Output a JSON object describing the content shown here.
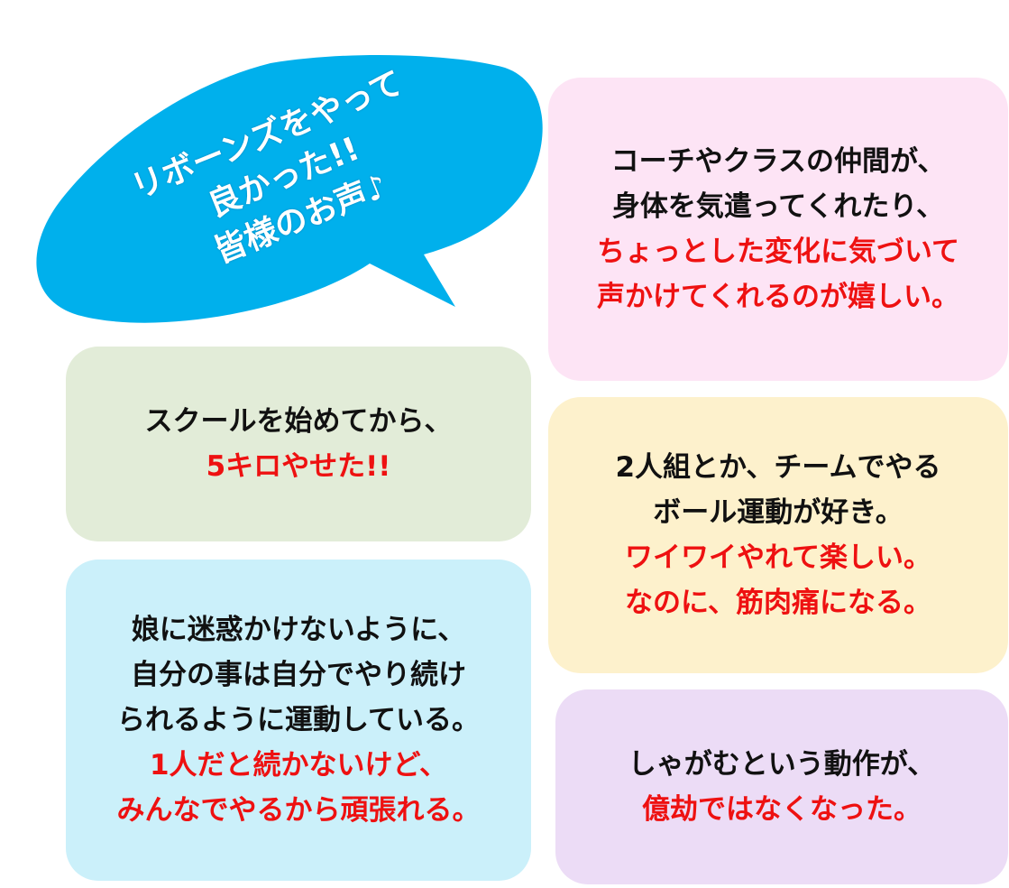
{
  "header_bubble": {
    "color": "#00b0ec",
    "lines": [
      "リボーンズをやって",
      "良かった!!",
      "皆様のお声♪"
    ]
  },
  "cards": [
    {
      "lines": [
        {
          "text": "コーチやクラスの仲間が、",
          "highlight": false
        },
        {
          "text": "身体を気遣ってくれたり、",
          "highlight": false
        },
        {
          "text": "ちょっとした変化に気づいて",
          "highlight": true
        },
        {
          "text": "声かけてくれるのが嬉しい。",
          "highlight": true
        }
      ]
    },
    {
      "lines": [
        {
          "text": "スクールを始めてから、",
          "highlight": false
        },
        {
          "text": "5キロやせた!!",
          "highlight": true
        }
      ]
    },
    {
      "lines": [
        {
          "text": "2人組とか、チームでやる",
          "highlight": false
        },
        {
          "text": "ボール運動が好き。",
          "highlight": false
        },
        {
          "text": "ワイワイやれて楽しい。",
          "highlight": true
        },
        {
          "text": "なのに、筋肉痛になる。",
          "highlight": true
        }
      ]
    },
    {
      "lines": [
        {
          "text": "娘に迷惑かけないように、",
          "highlight": false
        },
        {
          "text": "自分の事は自分でやり続け",
          "highlight": false
        },
        {
          "text": "られるように運動している。",
          "highlight": false
        },
        {
          "text": "1人だと続かないけど、",
          "highlight": true
        },
        {
          "text": "みんなでやるから頑張れる。",
          "highlight": true
        }
      ]
    },
    {
      "lines": [
        {
          "text": "しゃがむという動作が、",
          "highlight": false
        },
        {
          "text": "億劫ではなくなった。",
          "highlight": true
        }
      ]
    }
  ]
}
